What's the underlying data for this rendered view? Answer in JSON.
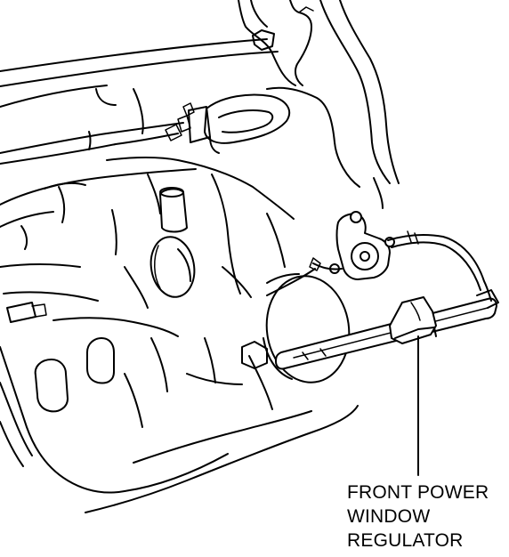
{
  "callout": {
    "label_lines": [
      "FRONT POWER",
      "WINDOW",
      "REGULATOR"
    ]
  }
}
